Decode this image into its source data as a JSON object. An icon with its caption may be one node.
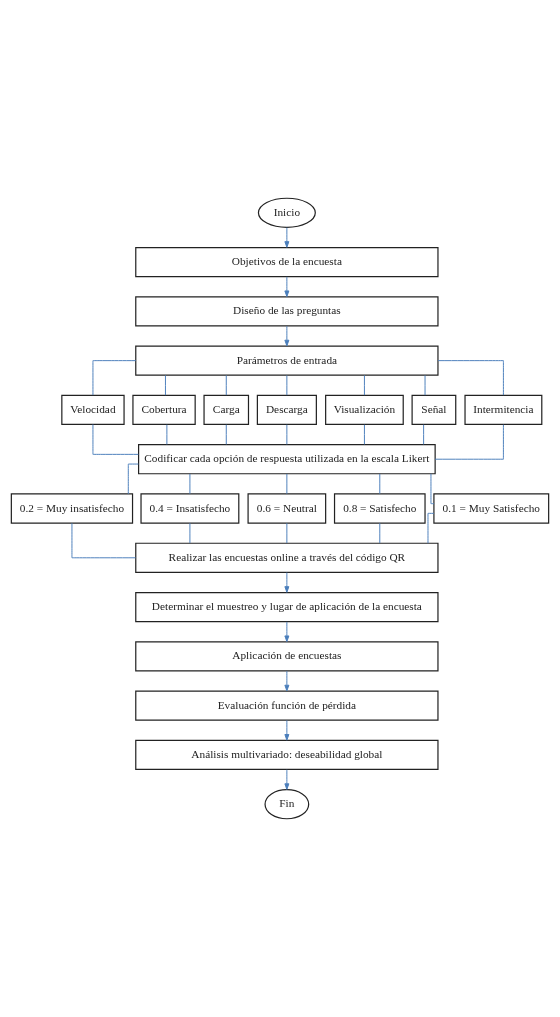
{
  "diagram": {
    "nodes": [
      {
        "text": [
          "Inicio"
        ]
      },
      {
        "text": [
          "Objetivos de la encuesta"
        ]
      },
      {
        "text": [
          "Diseño de las preguntas"
        ]
      },
      {
        "text": [
          "Parámetros de entrada"
        ]
      },
      {
        "text": [
          "Velocidad"
        ]
      },
      {
        "text": [
          "Cobertura"
        ]
      },
      {
        "text": [
          "Carga"
        ]
      },
      {
        "text": [
          "Descarga"
        ]
      },
      {
        "text": [
          "Visualización"
        ]
      },
      {
        "text": [
          "Señal"
        ]
      },
      {
        "text": [
          "Intermitencia"
        ]
      },
      {
        "text": [
          "Codificar cada opción de respuesta utilizada en la escala Likert"
        ]
      },
      {
        "text": [
          "0.2 = Muy insatisfecho"
        ]
      },
      {
        "text": [
          "0.4 = Insatisfecho"
        ]
      },
      {
        "text": [
          "0.6 = Neutral"
        ]
      },
      {
        "text": [
          "0.8 = Satisfecho"
        ]
      },
      {
        "text": [
          "0.1 = Muy Satisfecho"
        ]
      },
      {
        "text": [
          "Realizar las encuestas online a través del código QR"
        ]
      },
      {
        "text": [
          "Determinar el muestreo y lugar de aplicación de la encuesta"
        ]
      },
      {
        "text": [
          "Aplicación de encuestas"
        ]
      },
      {
        "text": [
          "Evaluación función de pérdida"
        ]
      },
      {
        "text": [
          "Análisis multivariado: deseabilidad global"
        ]
      },
      {
        "text": [
          "Fin"
        ]
      }
    ],
    "edges": [
      {
        "from": 0,
        "to": 1,
        "arrow": "to"
      },
      {
        "from": 1,
        "to": 2,
        "arrow": "to"
      },
      {
        "from": 2,
        "to": 3,
        "arrow": "to"
      },
      {
        "from": 3,
        "to": 4,
        "arrow": "none"
      },
      {
        "from": 3,
        "to": 5,
        "arrow": "none"
      },
      {
        "from": 3,
        "to": 6,
        "arrow": "none"
      },
      {
        "from": 3,
        "to": 7,
        "arrow": "none"
      },
      {
        "from": 3,
        "to": 8,
        "arrow": "none"
      },
      {
        "from": 3,
        "to": 9,
        "arrow": "none"
      },
      {
        "from": 3,
        "to": 10,
        "arrow": "none"
      },
      {
        "from": 4,
        "to": 11,
        "arrow": "none"
      },
      {
        "from": 5,
        "to": 11,
        "arrow": "none"
      },
      {
        "from": 6,
        "to": 11,
        "arrow": "none"
      },
      {
        "from": 7,
        "to": 11,
        "arrow": "none"
      },
      {
        "from": 8,
        "to": 11,
        "arrow": "none"
      },
      {
        "from": 9,
        "to": 11,
        "arrow": "none"
      },
      {
        "from": 10,
        "to": 11,
        "arrow": "none"
      },
      {
        "from": 11,
        "to": 12,
        "arrow": "none"
      },
      {
        "from": 11,
        "to": 13,
        "arrow": "none"
      },
      {
        "from": 11,
        "to": 14,
        "arrow": "none"
      },
      {
        "from": 11,
        "to": 15,
        "arrow": "none"
      },
      {
        "from": 11,
        "to": 16,
        "arrow": "none"
      },
      {
        "from": 12,
        "to": 17,
        "arrow": "none"
      },
      {
        "from": 13,
        "to": 17,
        "arrow": "none"
      },
      {
        "from": 14,
        "to": 17,
        "arrow": "none"
      },
      {
        "from": 15,
        "to": 17,
        "arrow": "none"
      },
      {
        "from": 16,
        "to": 17,
        "arrow": "none"
      },
      {
        "from": 17,
        "to": 18,
        "arrow": "to"
      },
      {
        "from": 18,
        "to": 19,
        "arrow": "to"
      },
      {
        "from": 19,
        "to": 20,
        "arrow": "to"
      },
      {
        "from": 20,
        "to": 21,
        "arrow": "to"
      },
      {
        "from": 21,
        "to": 22,
        "arrow": "to"
      }
    ]
  }
}
